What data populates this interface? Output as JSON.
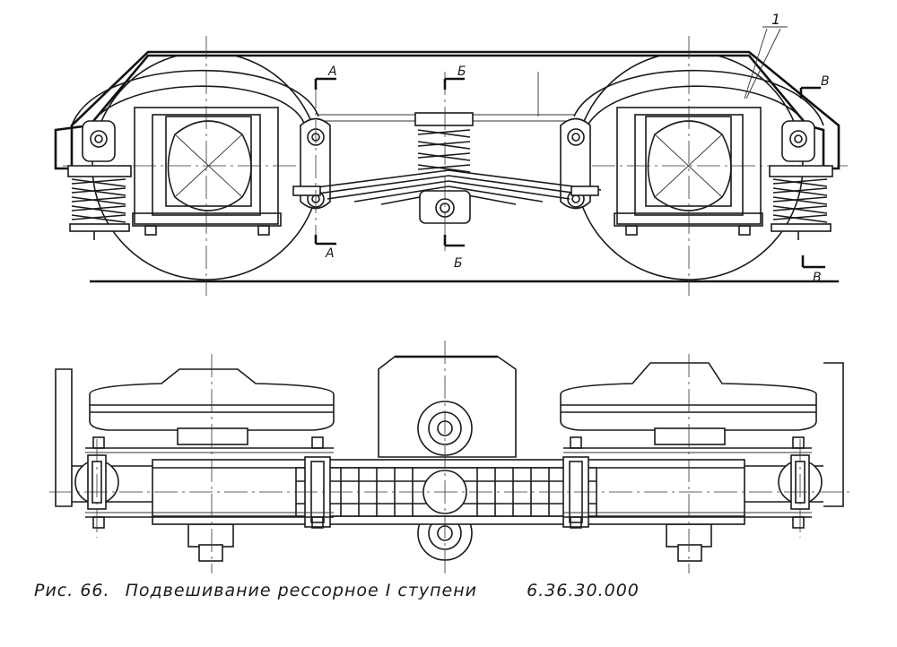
{
  "labels": {
    "part_number": "1",
    "section_a": "А",
    "section_b": "Б",
    "section_v": "В"
  },
  "caption": {
    "fig": "Рис. 66.",
    "title": "Подвешивание рессорное I ступени",
    "code": "6.36.30.000"
  }
}
